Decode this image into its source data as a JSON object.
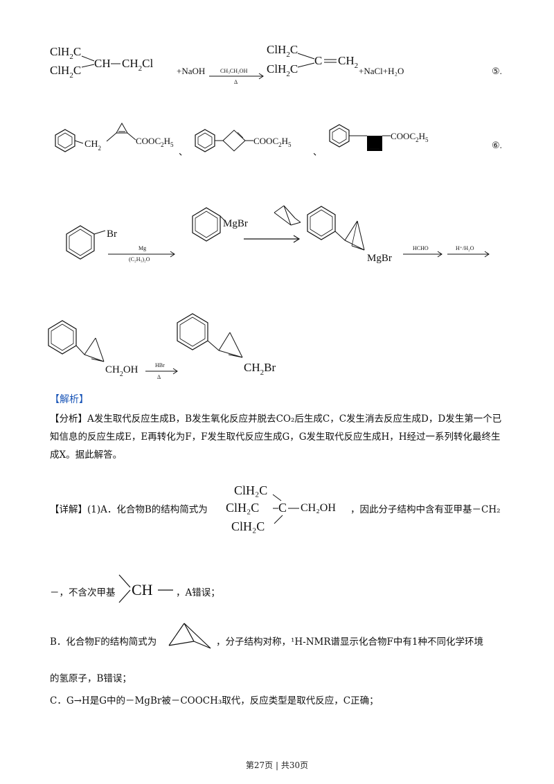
{
  "reaction5": {
    "r1_l1": "ClH",
    "r1_l2": "ClH",
    "r1_ch": "CH",
    "r1_ch2cl": "CH",
    "naoh": "+NaOH",
    "cond": "CH₃CH₂OH",
    "delta": "Δ",
    "p_l1": "ClH",
    "p_l2": "ClH",
    "p_c": "C",
    "p_ch2": "CH",
    "byproducts": "+NaCl+H₂O",
    "number": "⑤."
  },
  "reaction6": {
    "ch2": "CH",
    "ester1": "COOC",
    "ester2": "COOC",
    "ester3": "COOC",
    "sep": "、",
    "number": "⑥."
  },
  "synthesis": {
    "br": "Br",
    "mg": "Mg",
    "solvent": "(C₂H₅)₂O",
    "mgbr": "MgBr",
    "mgbr2": "MgBr",
    "hcho": "HCHO",
    "h_h2o": "H⁺/H₂O",
    "ch2oh": "CH",
    "ch2oh_tail": "OH",
    "hbr": "HBr",
    "heat": "Δ",
    "ch2br": "CH",
    "ch2br_tail": "Br"
  },
  "analysis_tag": "【解析】",
  "analysis_label": "【分析】",
  "analysis_text": "A发生取代反应生成B，B发生氧化反应并脱去CO₂后生成C，C发生消去反应生成D，D发生第一个已知信息的反应生成E，E再转化为F，F发生取代反应生成G，G发生取代反应生成H，H经过一系列转化最终生成X。据此解答。",
  "detail_label": "【详解】",
  "detail_text_a": "(1)A．化合物B的结构简式为",
  "detail_text_b": "，因此分子结构中含有亚甲基－CH₂",
  "struct_b": {
    "top": "ClH₂C",
    "mid": "ClH₂C",
    "center": "C",
    "right": "CH₂OH",
    "bottom": "ClH₂C"
  },
  "line_a_prefix": "－，不含次甲基",
  "line_a_ch": "CH",
  "line_a_suffix": "，A错误；",
  "line_b_prefix": "B．化合物F的结构简式为",
  "line_b_suffix": "，分子结构对称，¹H-NMR谱显示化合物F中有1种不同化学环境",
  "line_b_cont": "的氢原子，B错误；",
  "line_c": "C．G→H是G中的－MgBr被－COOCH₃取代，反应类型是取代反应，C正确；",
  "footer": "第27页 | 共30页"
}
